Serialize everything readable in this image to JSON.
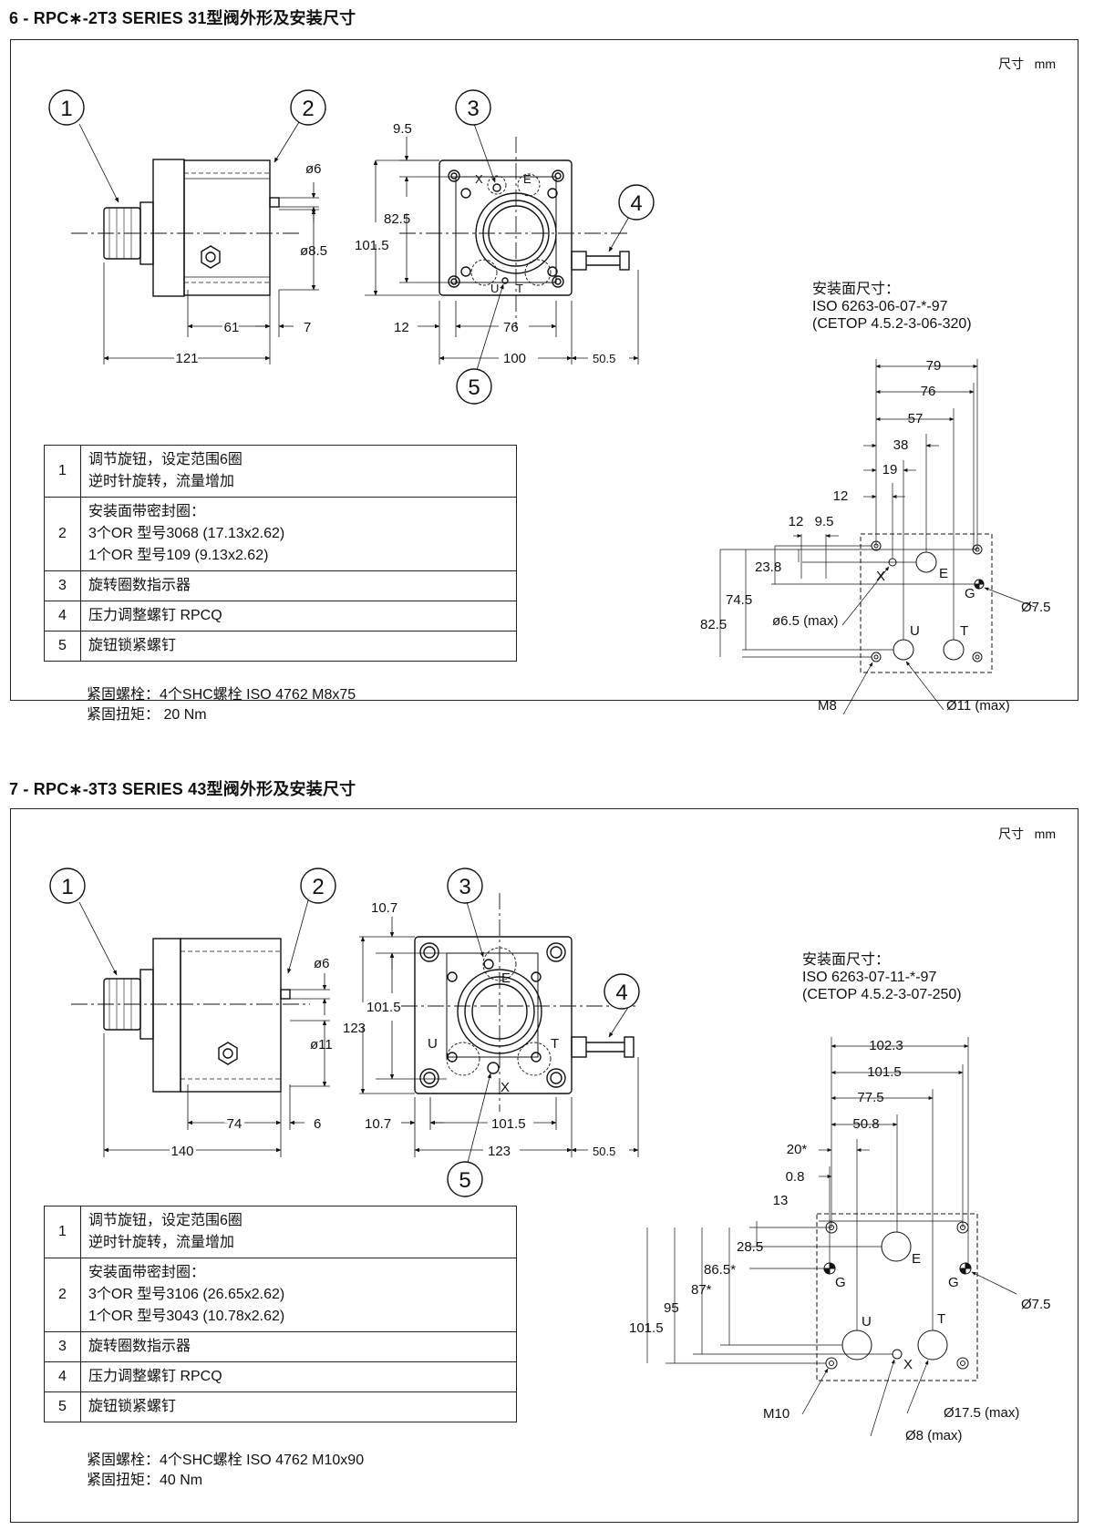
{
  "sections": [
    {
      "title": "6 - RPC∗-2T3 SERIES 31型阀外形及安装尺寸",
      "unit_label": "尺寸",
      "unit_value": "mm",
      "callouts": [
        "1",
        "2",
        "3",
        "4",
        "5"
      ],
      "side_dims": {
        "overall": "121",
        "body": "61",
        "gap": "7",
        "dia_small": "ø6",
        "dia_large": "ø8.5"
      },
      "front_dims": {
        "top_offset": "9.5",
        "inner_height": "82.5",
        "overall_height": "101.5",
        "left_offset": "12",
        "inner_width": "76",
        "overall_width": "100",
        "screw_ext": "50.5"
      },
      "port_letters": {
        "x": "X",
        "e": "E",
        "u": "U",
        "t": "T"
      },
      "mounting_title": "安装面尺寸：",
      "mounting_iso": "ISO 6263-06-07-*-97",
      "mounting_cetop": "(CETOP 4.5.2-3-06-320)",
      "mount_h_dims": [
        "79",
        "76",
        "57",
        "38",
        "19",
        "12",
        "12",
        "9.5"
      ],
      "mount_v_dims": [
        "23.8",
        "74.5",
        "82.5"
      ],
      "mount_letters": {
        "x": "X",
        "e": "E",
        "g": "G",
        "u": "U",
        "t": "T"
      },
      "mount_labels": {
        "small_hole": "ø6.5 (max)",
        "locating": "Ø7.5",
        "thread": "M8",
        "port": "Ø11 (max)"
      },
      "parts": [
        {
          "num": "1",
          "lines": [
            "调节旋钮，设定范围6圈",
            "逆时针旋转，流量增加"
          ]
        },
        {
          "num": "2",
          "lines": [
            "安装面带密封圈：",
            "3个OR  型号3068 (17.13x2.62)",
            "1个OR  型号109 (9.13x2.62)"
          ]
        },
        {
          "num": "3",
          "lines": [
            "旋转圈数指示器"
          ]
        },
        {
          "num": "4",
          "lines": [
            "压力调整螺钉  RPCQ"
          ]
        },
        {
          "num": "5",
          "lines": [
            "旋钮锁紧螺钉"
          ]
        }
      ],
      "fastening_bolts": "紧固螺栓：4个SHC螺栓 ISO 4762 M8x75",
      "fastening_torque": "紧固扭矩：  20 Nm"
    },
    {
      "title": "7 - RPC∗-3T3 SERIES 43型阀外形及安装尺寸",
      "unit_label": "尺寸",
      "unit_value": "mm",
      "callouts": [
        "1",
        "2",
        "3",
        "4",
        "5"
      ],
      "side_dims": {
        "overall": "140",
        "body": "74",
        "gap": "6",
        "dia_small": "ø6",
        "dia_large": "ø11"
      },
      "front_dims": {
        "top_offset": "10.7",
        "inner_height": "101.5",
        "overall_height": "123",
        "left_offset": "10.7",
        "inner_width": "101.5",
        "overall_width": "123",
        "screw_ext": "50.5"
      },
      "port_letters": {
        "x": "X",
        "e": "E",
        "u": "U",
        "t": "T"
      },
      "mounting_title": "安装面尺寸：",
      "mounting_iso": "ISO 6263-07-11-*-97",
      "mounting_cetop": "(CETOP 4.5.2-3-07-250)",
      "mount_h_dims": [
        "102.3",
        "101.5",
        "77.5",
        "50.8",
        "20*",
        "0.8",
        "13"
      ],
      "mount_v_dims": [
        "28.5",
        "86.5*",
        "87*",
        "95",
        "101.5"
      ],
      "mount_letters": {
        "e": "E",
        "g1": "G",
        "g2": "G",
        "u": "U",
        "t": "T",
        "x": "X"
      },
      "mount_labels": {
        "locating": "Ø7.5",
        "thread": "M10",
        "port": "Ø17.5 (max)",
        "small_hole": "Ø8 (max)"
      },
      "parts": [
        {
          "num": "1",
          "lines": [
            "调节旋钮，设定范围6圈",
            "逆时针旋转，流量增加"
          ]
        },
        {
          "num": "2",
          "lines": [
            "安装面带密封圈：",
            "3个OR  型号3106 (26.65x2.62)",
            "1个OR  型号3043 (10.78x2.62)"
          ]
        },
        {
          "num": "3",
          "lines": [
            "旋转圈数指示器"
          ]
        },
        {
          "num": "4",
          "lines": [
            "压力调整螺钉  RPCQ"
          ]
        },
        {
          "num": "5",
          "lines": [
            "旋钮锁紧螺钉"
          ]
        }
      ],
      "fastening_bolts": "紧固螺栓：4个SHC螺栓 ISO 4762 M10x90",
      "fastening_torque": "紧固扭矩：40 Nm"
    }
  ]
}
